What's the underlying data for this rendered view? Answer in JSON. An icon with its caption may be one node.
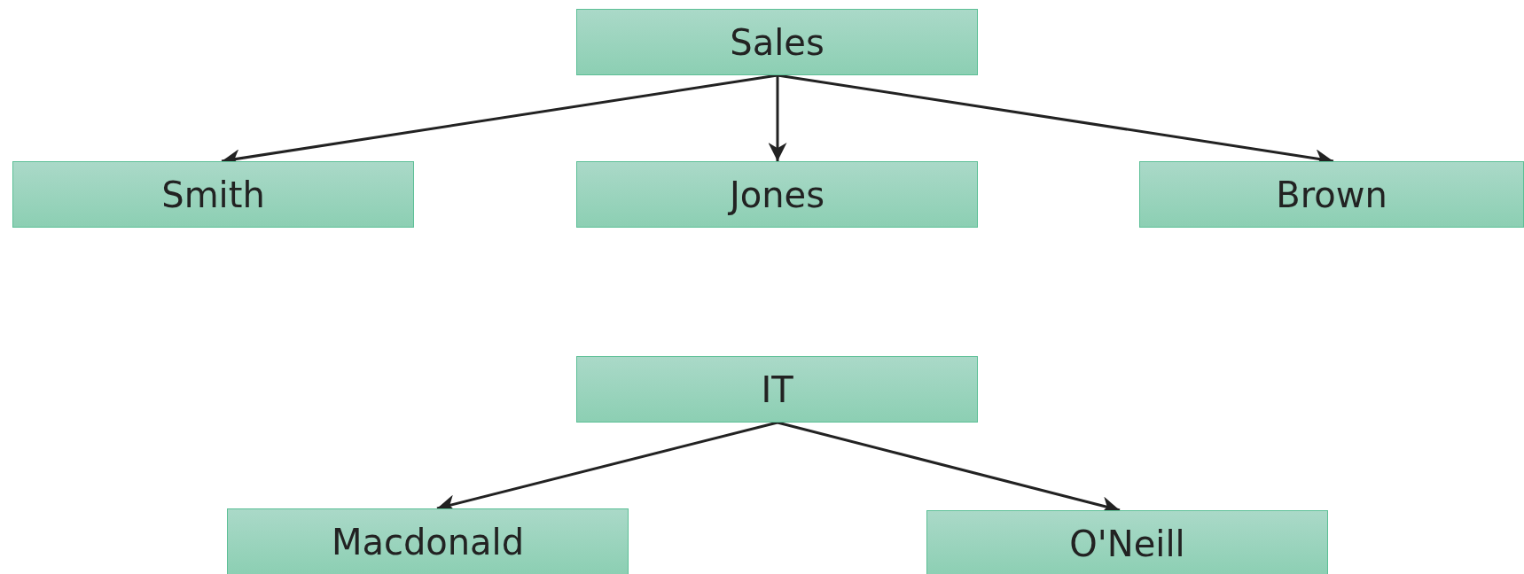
{
  "diagram": {
    "nodes": [
      {
        "text": [
          "Sales"
        ]
      },
      {
        "text": [
          "Smith"
        ]
      },
      {
        "text": [
          "Jones"
        ]
      },
      {
        "text": [
          "Brown"
        ]
      },
      {
        "text": [
          "IT"
        ]
      },
      {
        "text": [
          "Macdonald"
        ]
      },
      {
        "text": [
          "O'Neill"
        ]
      }
    ],
    "edges": [
      {
        "from": 0,
        "to": 1,
        "arrow": "to"
      },
      {
        "from": 0,
        "to": 2,
        "arrow": "to"
      },
      {
        "from": 0,
        "to": 3,
        "arrow": "to"
      },
      {
        "from": 4,
        "to": 5,
        "arrow": "to"
      },
      {
        "from": 4,
        "to": 6,
        "arrow": "to"
      }
    ]
  }
}
